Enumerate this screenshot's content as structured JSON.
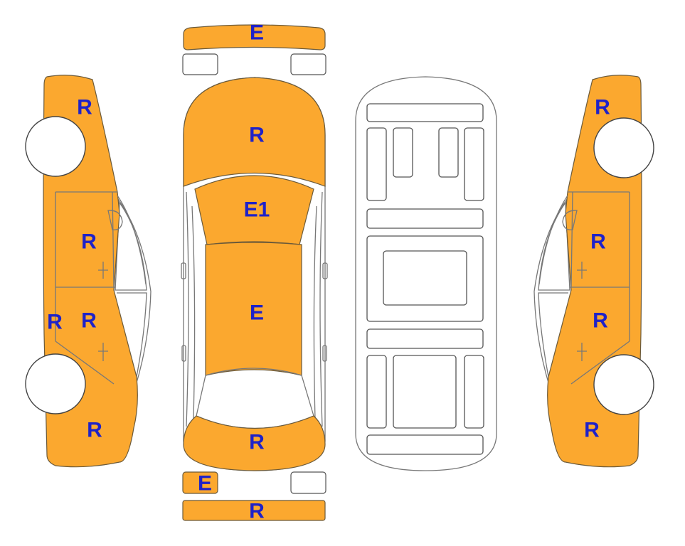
{
  "diagram": {
    "colors": {
      "painted": "#FBA82F",
      "label": "#1F22C8",
      "outline": "#555555",
      "unpainted": "#FFFFFF"
    },
    "labels": {
      "front_bumper": "E",
      "hood": "R",
      "windshield_roof_front": "E1",
      "roof": "E",
      "trunk": "R",
      "rear_left_small_panel": "E",
      "rear_bumper": "R",
      "left_front_fender": "R",
      "left_front_door": "R",
      "left_rear_door": "R",
      "left_sill": "R",
      "left_rear_quarter": "R",
      "right_front_fender": "R",
      "right_front_door": "R",
      "right_rear_door": "R",
      "right_rear_quarter": "R"
    }
  }
}
